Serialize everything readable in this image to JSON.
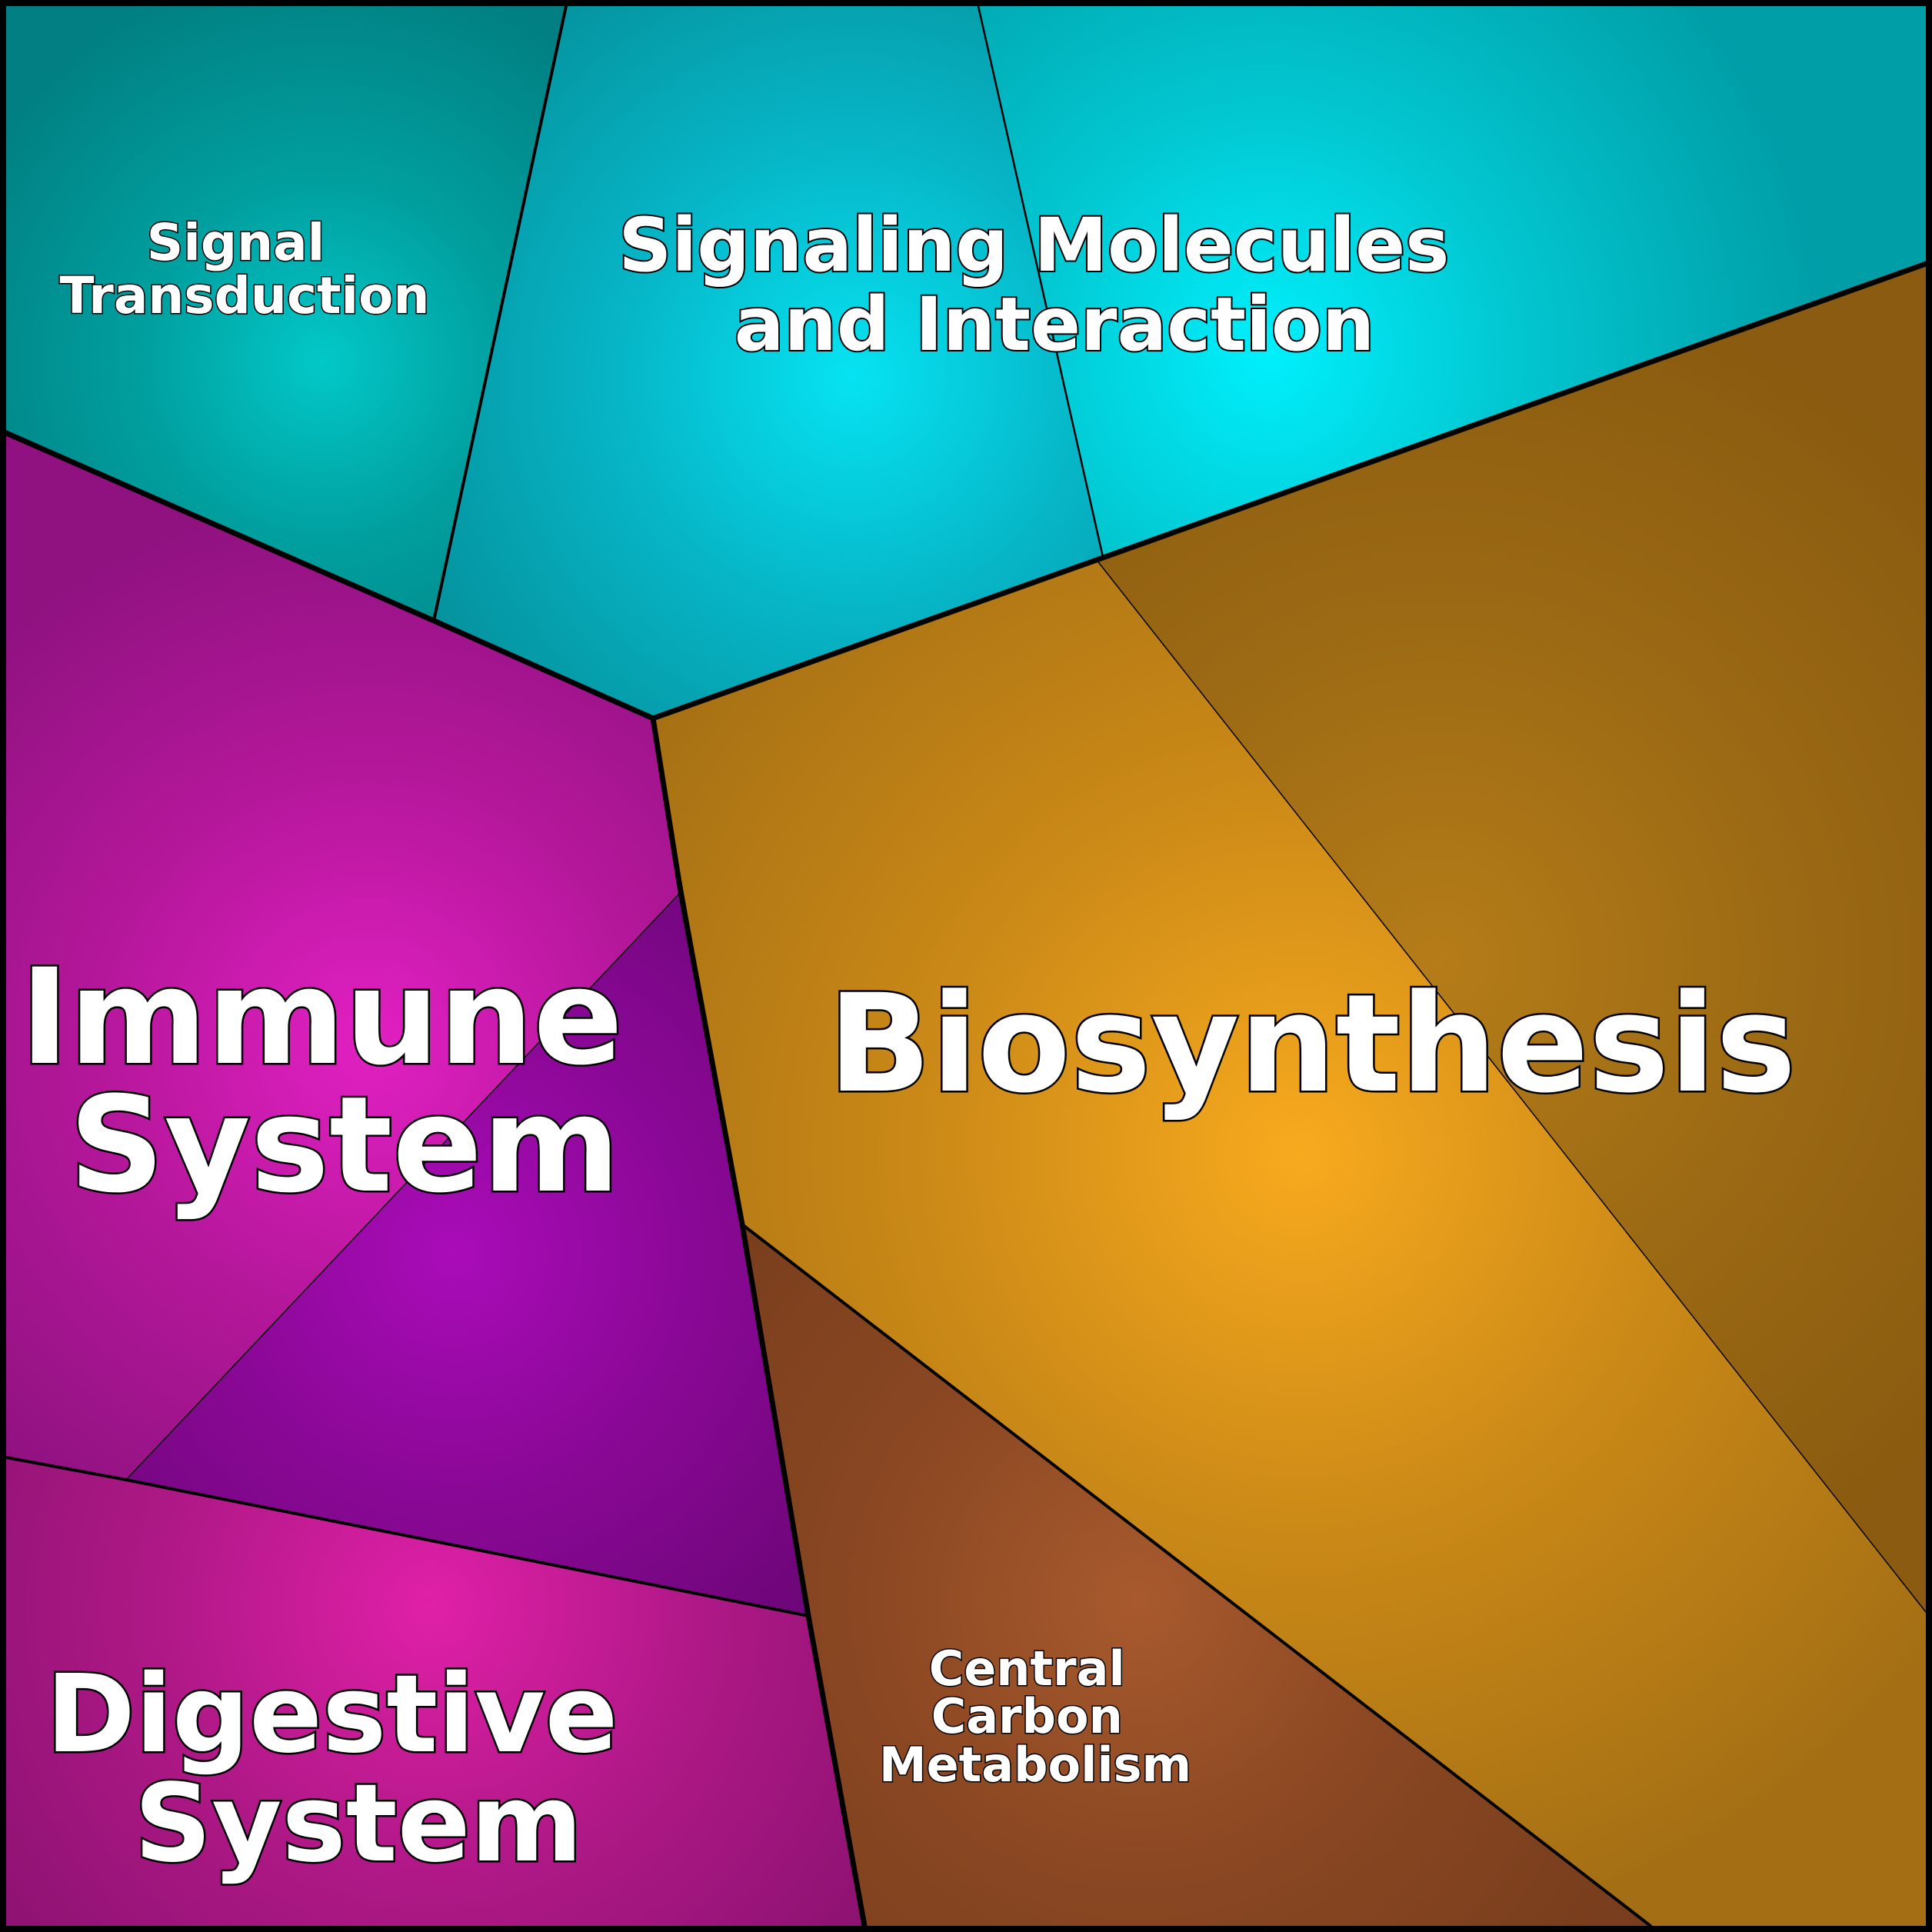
{
  "cells": [
    {
      "id": "signal-transduction",
      "label": "Signal Transduction",
      "lines": [
        "Signal",
        "Transduction"
      ],
      "group": "cyan",
      "color": "#018a8a"
    },
    {
      "id": "signaling-molecules-a",
      "label": "",
      "lines": [],
      "group": "cyan",
      "color": "#069eac"
    },
    {
      "id": "signaling-molecules-b",
      "label": "Signaling Molecules and Interaction",
      "lines": [
        "Signaling Molecules",
        "and Interaction"
      ],
      "group": "cyan",
      "color": "#01a8b4"
    },
    {
      "id": "immune-system-a",
      "label": "Immune System",
      "lines": [
        "Immune",
        "System"
      ],
      "group": "magenta",
      "color": "#9c168a"
    },
    {
      "id": "immune-system-b",
      "label": "",
      "lines": [],
      "group": "magenta",
      "color": "#7b0685"
    },
    {
      "id": "digestive-system",
      "label": "Digestive System",
      "lines": [
        "Digestive",
        "System"
      ],
      "group": "magenta",
      "color": "#a0187f"
    },
    {
      "id": "biosynthesis-a",
      "label": "Biosynthesis",
      "lines": [
        "Biosynthesis"
      ],
      "group": "orange",
      "color": "#b17a16"
    },
    {
      "id": "biosynthesis-b",
      "label": "",
      "lines": [],
      "group": "orange",
      "color": "#9a6914"
    },
    {
      "id": "central-carbon-metabolism",
      "label": "Central Carbon Metabolism",
      "lines": [
        "Central",
        "Carbon",
        "Metabolism"
      ],
      "group": "brown",
      "color": "#80421f"
    }
  ],
  "colors": {
    "border": "#000000",
    "label": "#ffffff",
    "cyan_highlight": "#00eeff",
    "magenta_highlight": "#e020b8",
    "purple_highlight": "#a80cb5",
    "orange_highlight": "#f8aa1e",
    "brown_highlight": "#a85a2d"
  }
}
